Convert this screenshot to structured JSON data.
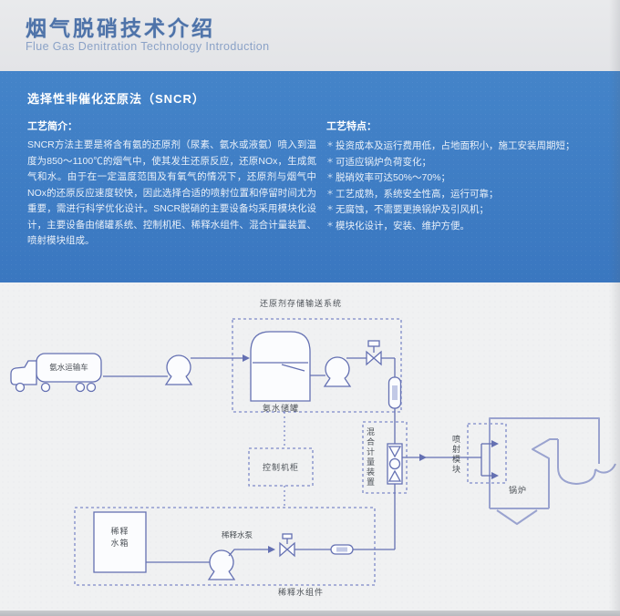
{
  "page": {
    "title_cn": "烟气脱硝技术介绍",
    "title_en": "Flue Gas Denitration Technology Introduction"
  },
  "band": {
    "section_title": "选择性非催化还原法（SNCR）",
    "intro": {
      "heading": "工艺简介：",
      "body": "SNCR方法主要是将含有氨的还原剂（尿素、氨水或液氨）喷入到温度为850～1100℃的烟气中，使其发生还原反应，还原NOx，生成氮气和水。由于在一定温度范围及有氧气的情况下，还原剂与烟气中NOx的还原反应速度较快，因此选择合适的喷射位置和停留时间尤为重要，需进行科学优化设计。SNCR脱硝的主要设备均采用模块化设计，主要设备由储罐系统、控制机柜、稀释水组件、混合计量装置、喷射模块组成。"
    },
    "features": {
      "heading": "工艺特点：",
      "bullet": "＊",
      "items": [
        "投资成本及运行费用低，占地面积小，施工安装周期短；",
        "可适应锅炉负荷变化；",
        "脱硝效率可达50%～70%；",
        "工艺成熟，系统安全性高，运行可靠；",
        "无腐蚀，不需要更换锅炉及引风机；",
        "模块化设计，安装、维护方便。"
      ]
    }
  },
  "diagram": {
    "labels": {
      "storage_system": "还原剂存储输送系统",
      "truck": "氨水运输车",
      "ammonia_tank": "氨水储罐",
      "control_cabinet": "控制机柜",
      "mixing_device": "混合计量装置",
      "injection_module": "喷射模块",
      "boiler": "锅炉",
      "dilution_tank_line1": "稀释",
      "dilution_tank_line2": "水箱",
      "dilution_pump": "稀释水泵",
      "dilution_assembly": "稀释水组件"
    },
    "colors": {
      "pipe": "#6470b2",
      "dashed_box": "#7d89c8",
      "boiler": "#9aa3cf",
      "band_blue": "#3e7dc4"
    }
  }
}
